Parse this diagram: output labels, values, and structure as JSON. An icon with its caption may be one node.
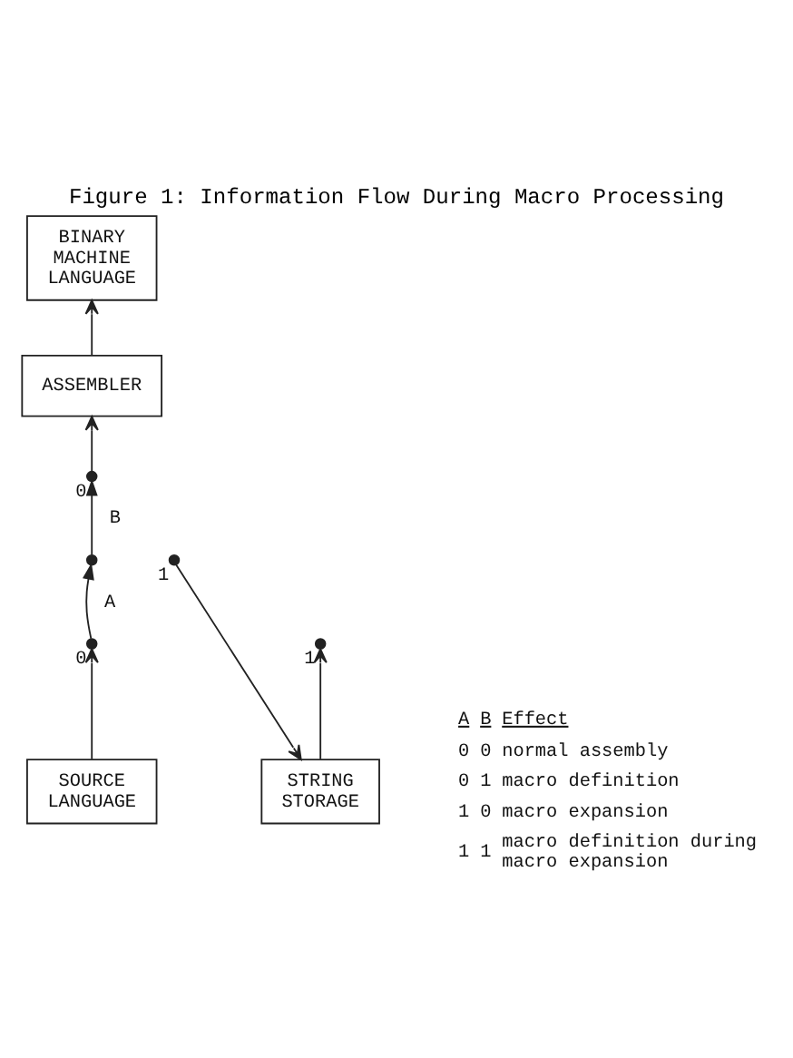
{
  "diagram": {
    "title": "Figure 1: Information Flow During Macro Processing",
    "nodes": [
      {
        "text": [
          "BINARY MACHINE LANGUAGE"
        ]
      },
      {
        "text": [
          "ASSEMBLER"
        ]
      },
      {
        "text": [],
        "shape": "circle",
        "beside": [
          "0"
        ]
      },
      {
        "text": [],
        "shape": "circle",
        "beside": [
          "1"
        ]
      },
      {
        "text": [],
        "shape": "circle"
      },
      {
        "text": [],
        "shape": "circle",
        "beside": [
          "0"
        ]
      },
      {
        "text": [],
        "shape": "circle",
        "beside": [
          "1"
        ]
      },
      {
        "text": [
          "SOURCE LANGUAGE"
        ]
      },
      {
        "text": [
          "STRING STORAGE"
        ]
      }
    ],
    "edges": [
      {
        "from": 7,
        "to": 5,
        "arrow": "to"
      },
      {
        "from": 5,
        "to": 4,
        "arrow": "to",
        "label": "A"
      },
      {
        "from": 4,
        "to": 2,
        "arrow": "to",
        "label": "B"
      },
      {
        "from": 2,
        "to": 1,
        "arrow": "to"
      },
      {
        "from": 1,
        "to": 0,
        "arrow": "to"
      },
      {
        "from": 8,
        "to": 6,
        "arrow": "to"
      },
      {
        "from": 3,
        "to": 8,
        "arrow": "to"
      }
    ],
    "labels": [
      "A",
      "B",
      "Effect",
      "0",
      "0",
      "normal assembly",
      "0",
      "1",
      "macro definition",
      "1",
      "0",
      "macro expansion",
      "1",
      "1",
      "macro definition during macro expansion"
    ]
  }
}
